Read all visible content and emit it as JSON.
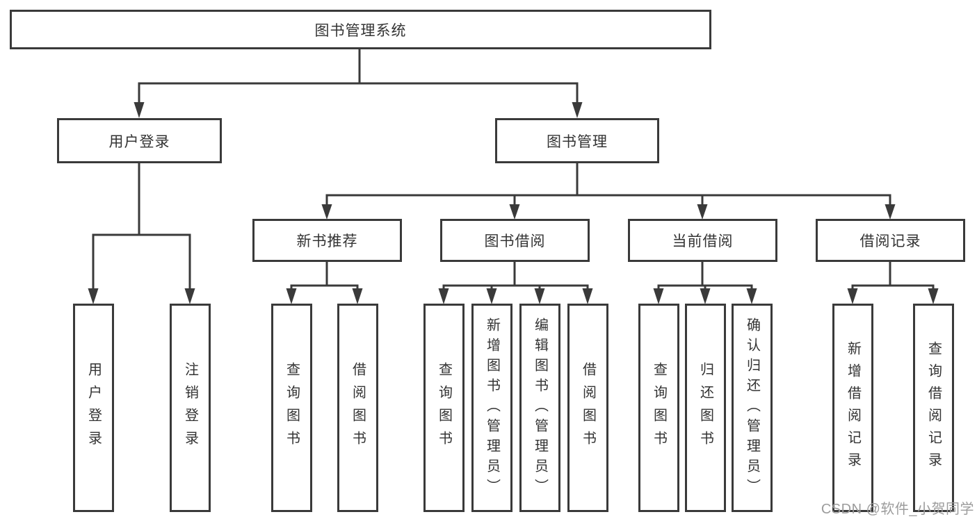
{
  "diagram": {
    "root": {
      "label": "图书管理系统"
    },
    "branches": [
      {
        "label": "用户登录",
        "children": [
          "用户登录",
          "注销登录"
        ]
      },
      {
        "label": "图书管理",
        "sections": [
          {
            "label": "新书推荐",
            "children": [
              "查询图书",
              "借阅图书"
            ]
          },
          {
            "label": "图书借阅",
            "children": [
              "查询图书",
              "新增图书（管理员）",
              "编辑图书（管理员）",
              "借阅图书"
            ]
          },
          {
            "label": "当前借阅",
            "children": [
              "查询图书",
              "归还图书",
              "确认归还（管理员）"
            ]
          },
          {
            "label": "借阅记录",
            "children": [
              "新增借阅记录",
              "查询借阅记录"
            ]
          }
        ]
      }
    ],
    "watermark": "CSDN @软件_小贺同学",
    "colors": {
      "line": "#3a3a3a",
      "text": "#333333",
      "watermark": "#9c9c9c"
    }
  }
}
